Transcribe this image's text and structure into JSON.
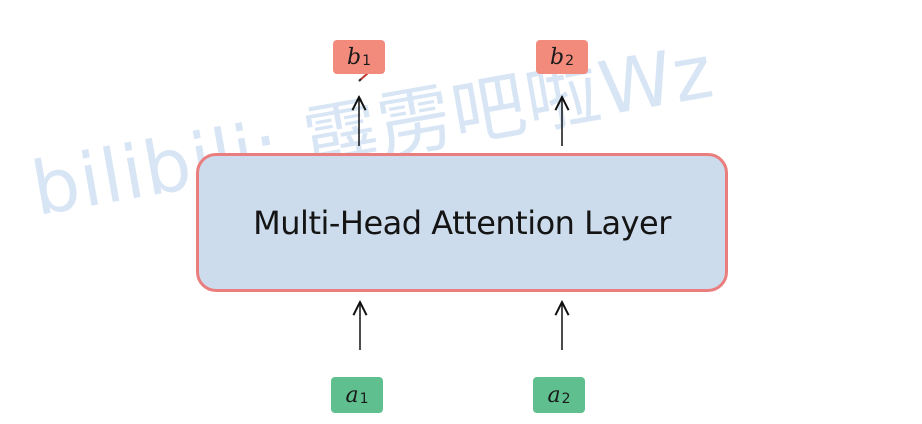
{
  "layer": {
    "label": "Multi-Head Attention Layer"
  },
  "outputs": [
    {
      "letter": "b",
      "subscript": "1"
    },
    {
      "letter": "b",
      "subscript": "2"
    }
  ],
  "inputs": [
    {
      "letter": "a",
      "subscript": "1"
    },
    {
      "letter": "a",
      "subscript": "2"
    }
  ],
  "watermark": {
    "text": "bilibili: 霹雳吧啦Wz"
  },
  "colors": {
    "output_box": "#f28b7c",
    "input_box": "#5fbf8e",
    "layer_fill": "#cddcec",
    "layer_border": "#ea7e7e",
    "watermark": "#6ea0dc"
  }
}
